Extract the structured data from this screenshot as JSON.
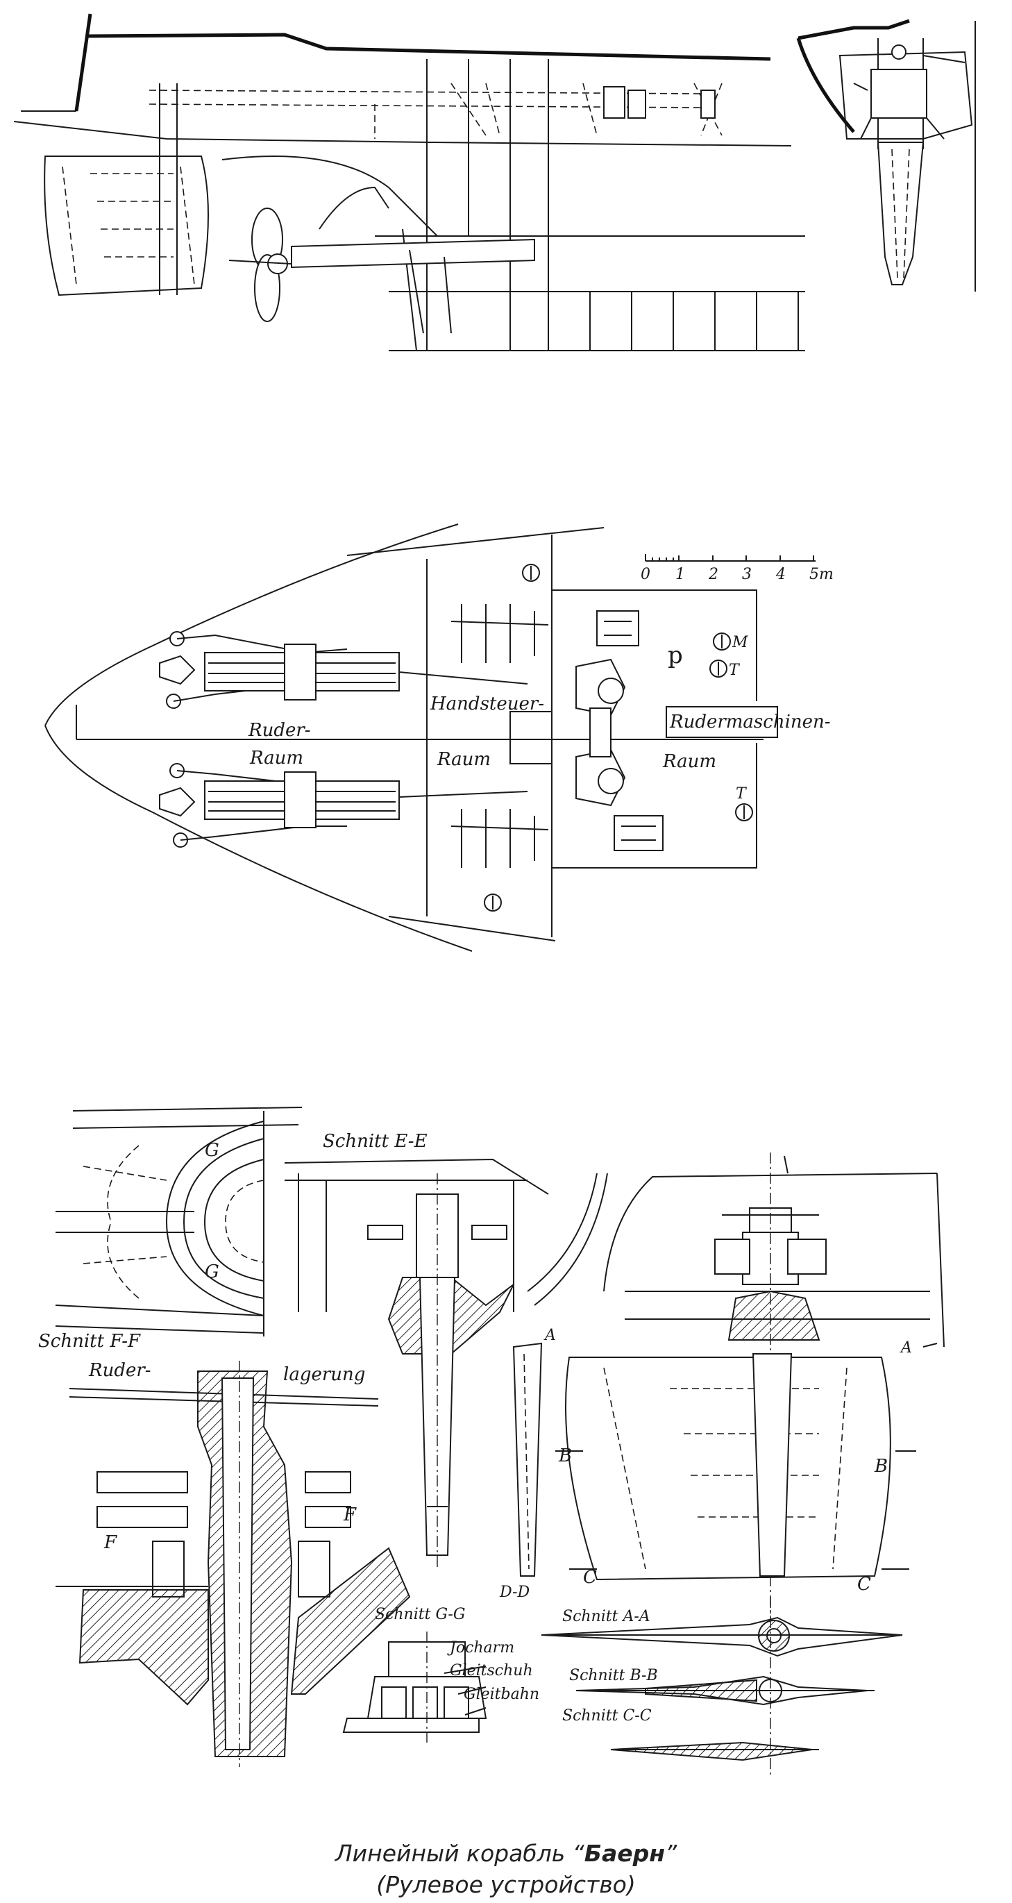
{
  "plan_view": {
    "labels": {
      "ruder": "Ruder-",
      "raum_left": "Raum",
      "handsteuer": "Handsteuer-",
      "raum_mid": "Raum",
      "rudermaschinen": "Rudermaschinen-",
      "raum_right": "Raum",
      "p_mark": "p",
      "m_mark": "M",
      "t_mark_upper": "T",
      "t_mark_lower": "T"
    },
    "scale_bar": {
      "ticks": [
        "0",
        "1",
        "2",
        "3",
        "4"
      ],
      "unit_label": "5m"
    }
  },
  "details": {
    "labels": {
      "schnitt_e": "Schnitt E-E",
      "schnitt_f": "Schnitt F-F",
      "ruder": "Ruder-",
      "lagerung": "lagerung",
      "f_left": "F",
      "f_right": "F",
      "g_upper": "G",
      "g_lower": "G",
      "schnitt_g": "Schnitt G-G",
      "jocharm": "Jocharm",
      "gleitschuh": "Gleitschuh",
      "gleitbahn": "Gleitbahn",
      "a_small": "A",
      "a_right": "A",
      "b_left": "B",
      "b_right": "B",
      "c_left": "C",
      "c_right": "C",
      "dd": "D-D",
      "schnitt_a": "Schnitt A-A",
      "schnitt_b": "Schnitt B-B",
      "schnitt_c": "Schnitt C-C"
    }
  },
  "caption": {
    "line1_prefix": "Линейный корабль “",
    "ship_name": "Баерн",
    "line1_suffix": "”",
    "line2": "(Рулевое устройство)"
  }
}
